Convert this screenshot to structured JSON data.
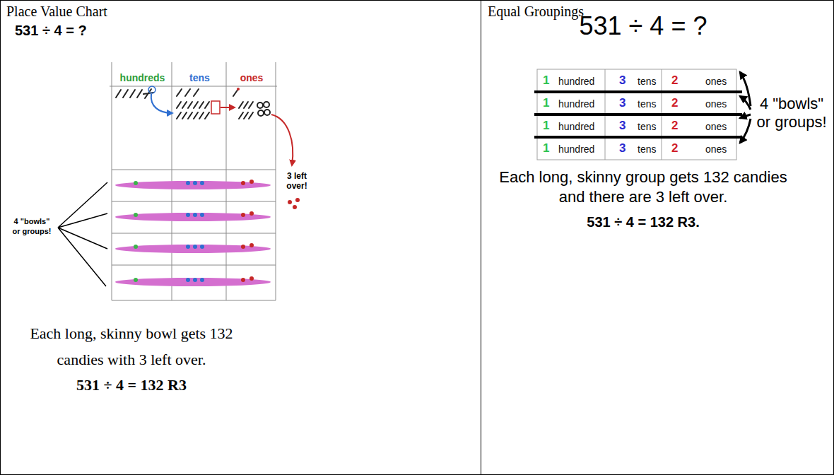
{
  "diagram": {
    "nodes": [
      {
        "text": [
          "Place Value Chart",
          "531 ÷ 4 = ?",
          "Each long, skinny bowl gets 132 candies with 3 left over.",
          "531 ÷ 4 = 132 R3"
        ]
      },
      {
        "text": [
          "hundreds",
          "tens",
          "ones"
        ],
        "in": 0
      },
      {
        "text": [
          "Equal Groupings",
          "531 ÷ 4 = ?",
          "Each long, skinny group gets 132 candies and there are 3 left over.",
          "531 ÷ 4 = 132 R3."
        ]
      },
      {
        "text": [
          "1",
          "hundred",
          "3",
          "tens",
          "2",
          "ones"
        ],
        "in": 2
      },
      {
        "text": [
          "1",
          "hundred",
          "3",
          "tens",
          "2",
          "ones"
        ],
        "in": 2
      },
      {
        "text": [
          "1",
          "hundred",
          "3",
          "tens",
          "2",
          "ones"
        ],
        "in": 2
      },
      {
        "text": [
          "1",
          "hundred",
          "3",
          "tens",
          "2",
          "ones"
        ],
        "in": 2
      }
    ],
    "labels": [
      "3 left over!",
      "4 \"bowls\" or groups!",
      "4 \"bowls\" or groups!"
    ]
  }
}
